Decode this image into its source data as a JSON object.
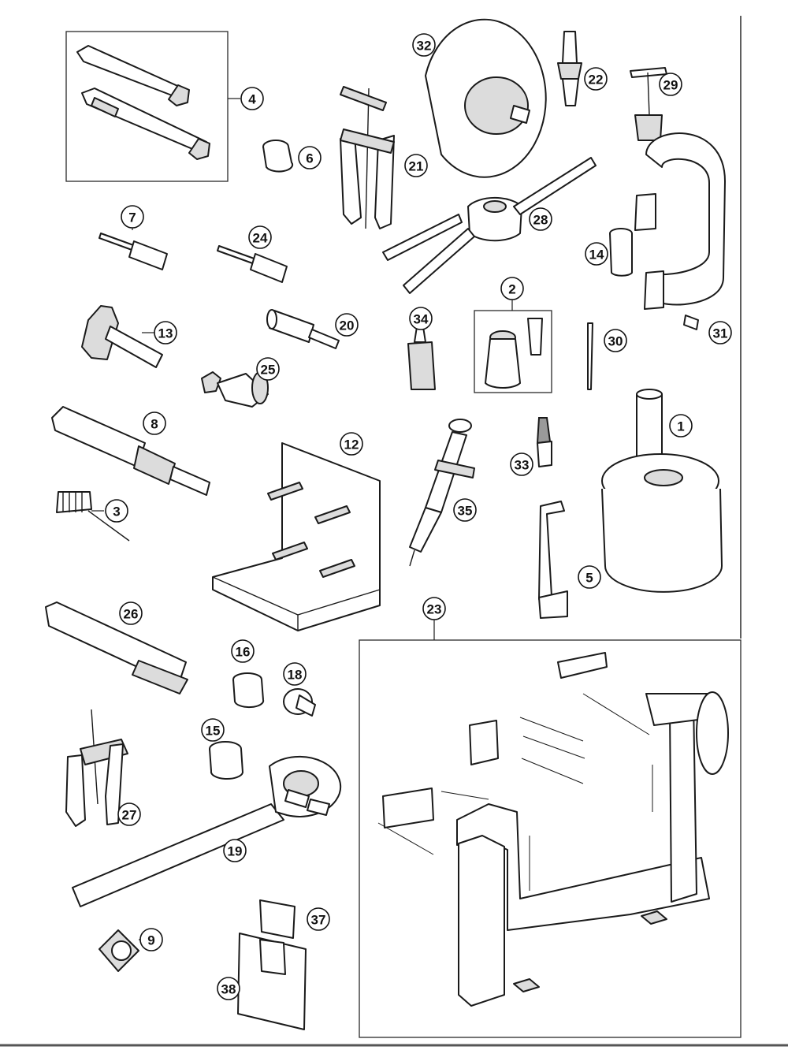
{
  "callouts": [
    {
      "id": "c1",
      "label": "1"
    },
    {
      "id": "c2",
      "label": "2"
    },
    {
      "id": "c3",
      "label": "3"
    },
    {
      "id": "c4",
      "label": "4"
    },
    {
      "id": "c5",
      "label": "5"
    },
    {
      "id": "c6",
      "label": "6"
    },
    {
      "id": "c7",
      "label": "7"
    },
    {
      "id": "c8",
      "label": "8"
    },
    {
      "id": "c9",
      "label": "9"
    },
    {
      "id": "c12",
      "label": "12"
    },
    {
      "id": "c13",
      "label": "13"
    },
    {
      "id": "c14",
      "label": "14"
    },
    {
      "id": "c15",
      "label": "15"
    },
    {
      "id": "c16",
      "label": "16"
    },
    {
      "id": "c18",
      "label": "18"
    },
    {
      "id": "c19",
      "label": "19"
    },
    {
      "id": "c20",
      "label": "20"
    },
    {
      "id": "c21",
      "label": "21"
    },
    {
      "id": "c22",
      "label": "22"
    },
    {
      "id": "c23",
      "label": "23"
    },
    {
      "id": "c24",
      "label": "24"
    },
    {
      "id": "c25",
      "label": "25"
    },
    {
      "id": "c26",
      "label": "26"
    },
    {
      "id": "c27",
      "label": "27"
    },
    {
      "id": "c28",
      "label": "28"
    },
    {
      "id": "c29",
      "label": "29"
    },
    {
      "id": "c30",
      "label": "30"
    },
    {
      "id": "c31",
      "label": "31"
    },
    {
      "id": "c32",
      "label": "32"
    },
    {
      "id": "c33",
      "label": "33"
    },
    {
      "id": "c34",
      "label": "34"
    },
    {
      "id": "c35",
      "label": "35"
    },
    {
      "id": "c37",
      "label": "37"
    },
    {
      "id": "c38",
      "label": "38"
    }
  ],
  "colors": {
    "line": "#1a1a1a",
    "background": "#ffffff",
    "shade": "#dcdcdc"
  }
}
